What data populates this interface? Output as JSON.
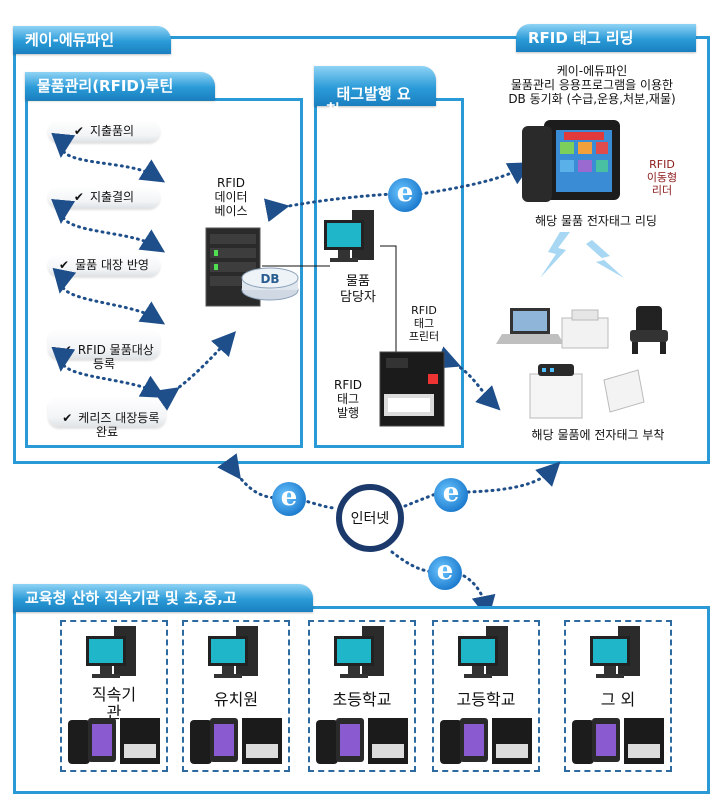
{
  "header": {
    "left_tab": "케이-에듀파인",
    "right_tab": "RFID 태그 리딩"
  },
  "routine": {
    "tab": "물품관리(RFID)루틴",
    "steps": [
      {
        "check": "✔",
        "label": "지출품의"
      },
      {
        "check": "✔",
        "label": "지출결의"
      },
      {
        "check": "✔",
        "label": "물품 대장 반영"
      },
      {
        "check": "✔",
        "label": "RFID 물품대상\n등록"
      },
      {
        "check": "✔",
        "label": "케리즈 대장등록\n완료"
      }
    ],
    "db_label": "RFID\n데이터\n베이스",
    "db_badge": "DB"
  },
  "tag_issue": {
    "tab": "태그발행 요\n청",
    "manager_label": "물품\n담당자",
    "printer_label": "RFID\n태그\n프린터",
    "issue_label": "RFID\n태그\n발행"
  },
  "reading": {
    "sync_text": "케이-에듀파인\n물품관리 응용프로그램을 이용한\nDB 동기화 (수급,운용,처분,재물)",
    "mobile_reader": "RFID\n이동형\n리더",
    "reading_caption": "해당 물품 전자태그 리딩",
    "attach_caption": "해당 물품에 전자태그 부착"
  },
  "internet": {
    "label": "인터넷",
    "icon": "internet-explorer-icon"
  },
  "bottom": {
    "tab": "교육청 산하 직속기관 및 초,중,고",
    "orgs": [
      {
        "name": "직속기\n관"
      },
      {
        "name": "유치원"
      },
      {
        "name": "초등학교"
      },
      {
        "name": "고등학교"
      },
      {
        "name": "그 외"
      }
    ]
  },
  "colors": {
    "frame": "#2a9ad6",
    "tab": "#2b9bd8",
    "dotted": "#1f4f8a",
    "monitor": "#1fb6c9"
  }
}
